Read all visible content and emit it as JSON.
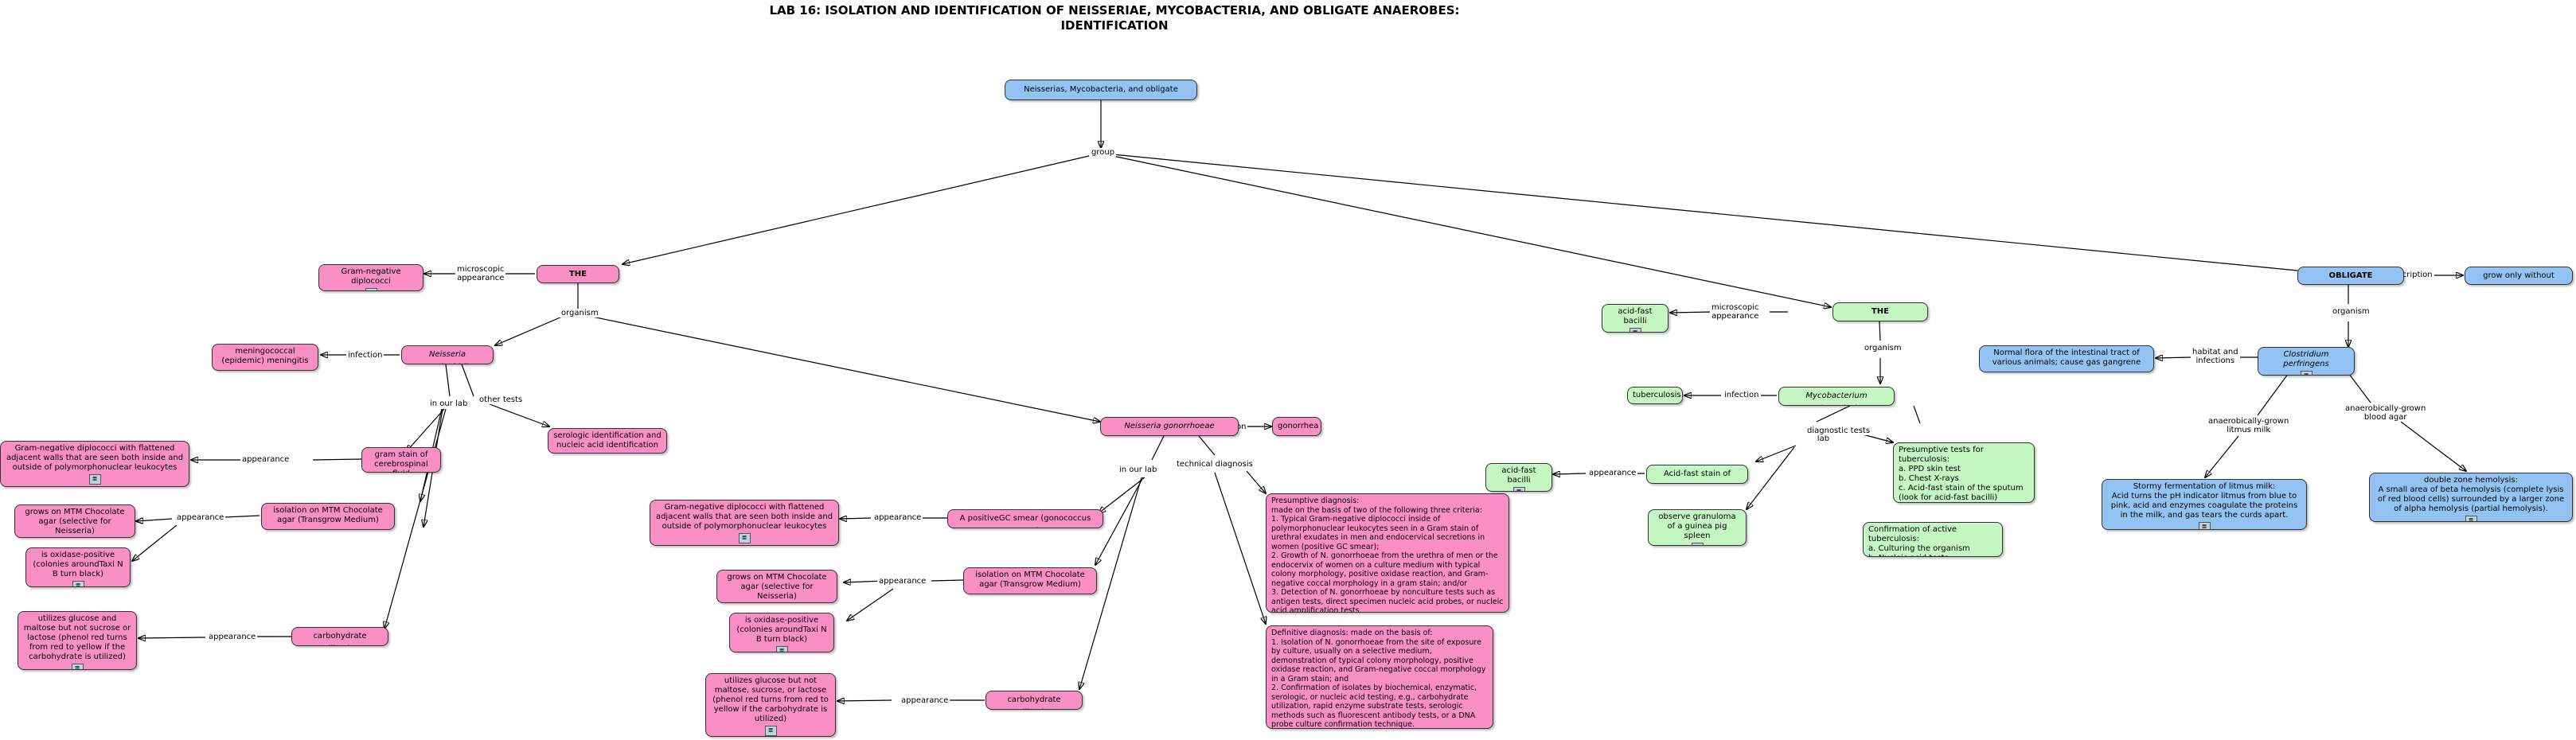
{
  "title": "LAB 16: ISOLATION AND IDENTIFICATION OF NEISSERIAE, MYCOBACTERIA, AND OBLIGATE ANAEROBES:\nIDENTIFICATION",
  "resource_icon": "≣",
  "nodes": {
    "root": "Neisserias, Mycobacteria, and obligate anaerobes",
    "neisseriae": "THE NEISSERIAE",
    "gn_diplococci": "Gram-negative diplococci",
    "n_meningitidis": "Neisseria meningitidis",
    "meningococcal": "meningococcal (epidemic) meningitis",
    "gram_stain_csf": "gram stain of cerebrospinal fluid",
    "gn_flattened_1": "Gram-negative diplococci with flattened adjacent walls that are seen both inside and outside of polymorphonuclear leukocytes",
    "isolation_mtm_1": "isolation on MTM Chocolate agar (Transgrow Medium)",
    "grows_mtm_1": "grows on MTM Chocolate agar (selective for Neisseria)",
    "oxidase_1": "is oxidase-positive (colonies aroundTaxi N B turn black)",
    "carb_util_1": "carbohydrate utilization",
    "utilizes_glucose_maltose": "utilizes glucose and maltose but not sucrose or lactose (phenol red turns from red to yellow if the carbohydrate is utilized)",
    "serologic": "serologic identification and nucleic acid identification",
    "n_gonorrhoeae": "Neisseria gonorrhoeae",
    "gonorrhea": "gonorrhea",
    "positive_gc": "A positiveGC smear (gonococcus smear)",
    "gn_flattened_2": "Gram-negative diplococci with flattened adjacent walls that are seen both inside and outside of polymorphonuclear leukocytes",
    "isolation_mtm_2": "isolation on MTM Chocolate agar (Transgrow Medium)",
    "grows_mtm_2": "grows on MTM Chocolate agar (selective for Neisseria)",
    "oxidase_2": "is oxidase-positive (colonies aroundTaxi N B turn black)",
    "carb_util_2": "carbohydrate utilization",
    "utilizes_glucose_only": "utilizes glucose but not maltose, sucrose, or lactose (phenol red turns from red to yellow if the carbohydrate is utilized)",
    "presumptive_diag": "Presumptive diagnosis:\nmade on the basis of two of the following three criteria:\n1. Typical Gram-negative diplococci inside of polymorphonuclear leukocytes seen in a Gram stain of urethral exudates in men and endocervical secretions in women (positive GC smear);\n2. Growth of N. gonorrhoeae  from the urethra of men or the endocervix of women on a culture medium with typical colony morphology, positive oxidase reaction, and Gram-negative coccal morphology in a gram stain; and/or\n3. Detection of N. gonorrhoeae  by nonculture tests such as antigen tests, direct specimen nucleic acid probes, or nucleic acid amplification tests.",
    "definitive_diag": "Definitive diagnosis: made on the basis of:\n1. Isolation of N. gonorrhoeae  from the site of exposure by culture, usually on a selective medium, demonstration of typical colony morphology, positive oxidase reaction, and Gram-negative coccal morphology in a Gram stain; and\n2. Confirmation of isolates by biochemical, enzymatic, serologic, or nucleic acid testing, e.g., carbohydrate utilization, rapid enzyme substrate tests, serologic methods such as fluorescent antibody tests, or a DNA probe culture confirmation technique.",
    "mycobacteria": "THE MYCOBACTERIA",
    "afb_1": "acid-fast bacilli",
    "m_tuberculosis": "Mycobacterium tuberculosis",
    "tuberculosis": "tuberculosis",
    "afs_sputum": "Acid-fast stain of sputum",
    "afb_2": "acid-fast bacilli",
    "granuloma": "observe granuloma of a guinea pig spleen",
    "presumptive_tb": "Presumptive tests for tuberculosis:\na. PPD skin test\nb. Chest X-rays\nc. Acid-fast stain of the sputum\n(look for acid-fast bacilli)",
    "confirmation_tb": "Confirmation of active tuberculosis:\na. Culturing the organism\nb. Nucleic acid tests",
    "anaerobes": "OBLIGATE ANAEROBES",
    "grow_only": "grow only without oxygen",
    "c_perfringens": "Clostridium perfringens",
    "normal_flora": "Normal flora of the intestinal tract of various animals;  cause gas gangrene",
    "stormy_fermentation": "Stormy fermentation of litmus milk:\nAcid turns the pH indicator litmus from blue to pink, acid and enzymes coagulate the proteins in the milk, and gas tears the curds apart.",
    "double_zone": "double zone hemolysis:\nA small area of beta hemolysis (complete lysis of red blood cells) surrounded by a larger zone of alpha hemolysis (partial hemolysis)."
  },
  "links": {
    "group": "group",
    "microscopic_1": "microscopic\nappearance",
    "organism_1": "organism",
    "infection_1": "infection",
    "in_our_lab_1": "in our lab",
    "other_tests": "other tests",
    "appearance_1": "appearance",
    "appearance_2": "appearance",
    "appearance_3": "appearance",
    "infection_2": "infection",
    "in_our_lab_2": "in our lab",
    "technical_diagnosis": "technical diagnosis",
    "appearance_4": "appearance",
    "appearance_5": "appearance",
    "appearance_6": "appearance",
    "microscopic_2": "microscopic\nappearance",
    "organism_2": "organism",
    "infection_3": "infection",
    "in_our_lab_3": "in our\nlab",
    "diagnostic_tests": "diagnostic tests",
    "appearance_7": "appearance",
    "description": "description",
    "organism_3": "organism",
    "habitat": "habitat and\ninfections",
    "litmus": "anaerobically-grown\nlitmus milk",
    "blood_agar": "anaerobically-grown\nblood agar"
  },
  "colors": {
    "pink": "#f98fc5",
    "green": "#c4f7c2",
    "blue": "#92c3f2"
  }
}
